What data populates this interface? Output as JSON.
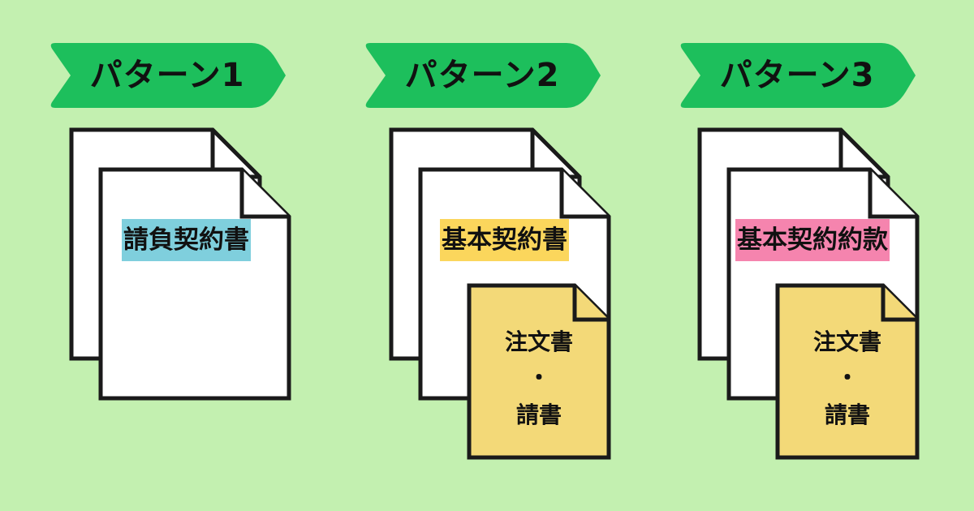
{
  "colors": {
    "background": "#c3f0b0",
    "banner": "#1dbf5c",
    "outline": "#1a1a1a",
    "paper": "#ffffff",
    "sub_paper": "#f3d978",
    "label_blue": "#7fcfdd",
    "label_yellow": "#fbd65c",
    "label_pink": "#f584ae"
  },
  "patterns": [
    {
      "title": "パターン1",
      "main_document": {
        "label": "請負契約書",
        "highlight": "#7fcfdd"
      },
      "sub_document": null
    },
    {
      "title": "パターン2",
      "main_document": {
        "label": "基本契約書",
        "highlight": "#fbd65c"
      },
      "sub_document": {
        "line1": "注文書",
        "separator": "・",
        "line2": "請書"
      }
    },
    {
      "title": "パターン3",
      "main_document": {
        "label": "基本契約約款",
        "highlight": "#f584ae"
      },
      "sub_document": {
        "line1": "注文書",
        "separator": "・",
        "line2": "請書"
      }
    }
  ]
}
